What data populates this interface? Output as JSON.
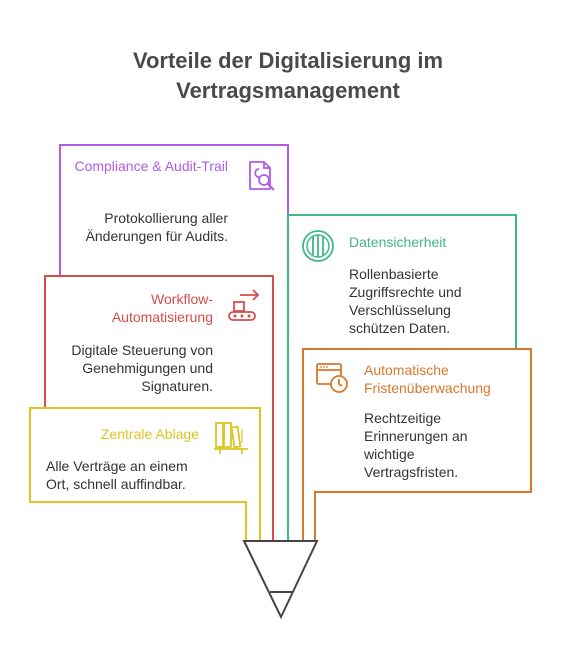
{
  "title": {
    "line1": "Vorteile der Digitalisierung im",
    "line2": "Vertragsmanagement"
  },
  "colors": {
    "purple": "#b05ce6",
    "red": "#d84c4c",
    "yellow": "#dcc520",
    "green": "#3fb884",
    "orange": "#d8782a",
    "funnel": "#444444"
  },
  "boxes": {
    "compliance": {
      "title": "Compliance & Audit-Trail",
      "desc": "Protokollierung aller Änderungen für Audits.",
      "icon": "document-search-icon"
    },
    "workflow": {
      "title": "Workflow-Automatisierung",
      "desc": "Digitale Steuerung von Genehmigungen und Signaturen.",
      "icon": "conveyor-arrow-icon"
    },
    "ablage": {
      "title": "Zentrale Ablage",
      "desc": "Alle Verträge an einem Ort, schnell auffindbar.",
      "icon": "bookshelf-icon"
    },
    "datensicherheit": {
      "title": "Datensicherheit",
      "desc": "Rollenbasierte Zugriffsrechte und Verschlüsselung schützen Daten.",
      "icon": "vault-icon"
    },
    "fristen": {
      "title": "Automatische Fristenüberwachung",
      "desc": "Rechtzeitige Erinnerungen an wichtige Vertragsfristen.",
      "icon": "calendar-clock-icon"
    }
  }
}
